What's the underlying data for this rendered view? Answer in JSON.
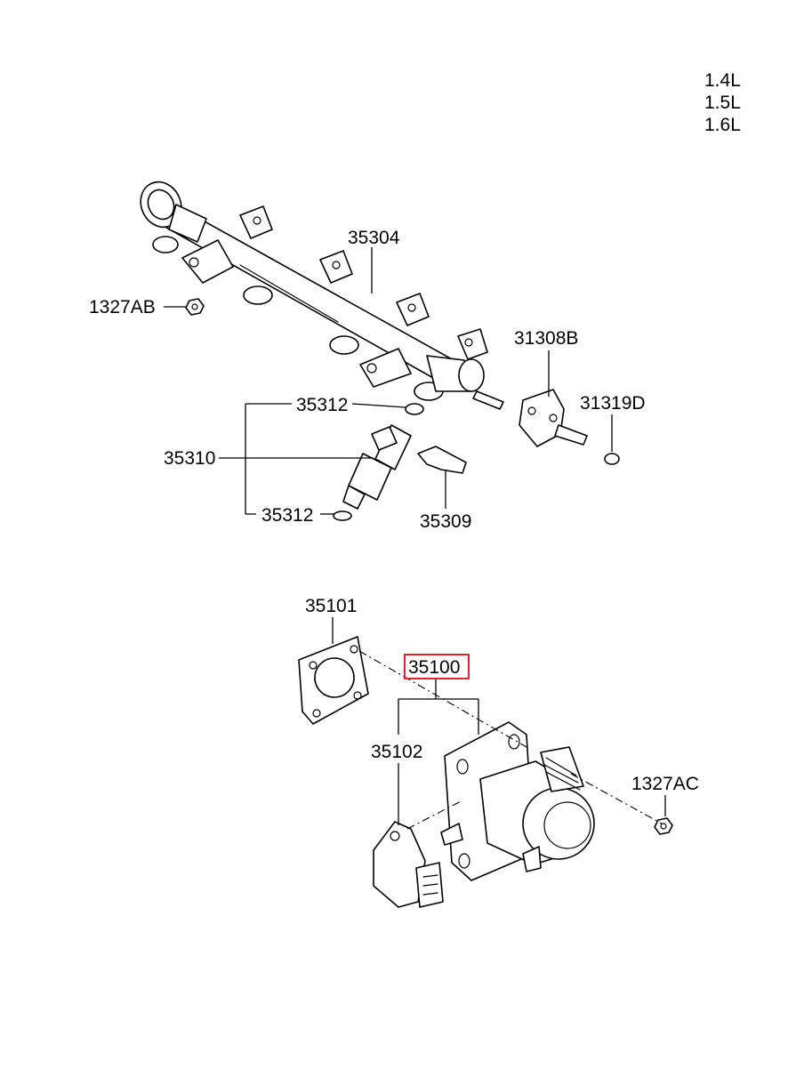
{
  "engine_variants": [
    "1.4L",
    "1.5L",
    "1.6L"
  ],
  "labels": {
    "fuel_rail": "35304",
    "nut_upper": "1327AB",
    "pressure_regulator": "31308B",
    "regulator_oring": "31319D",
    "injector_assembly": "35310",
    "injector_oring_upper": "35312",
    "injector_oring_lower": "35312",
    "injector_clip": "35309",
    "throttle_gasket": "35101",
    "throttle_body_assembly": "35100",
    "throttle_position_sensor": "35102",
    "nut_lower": "1327AC"
  },
  "colors": {
    "line": "#000000",
    "highlight": "#e0262b",
    "background": "#ffffff"
  },
  "highlighted_part": "35100"
}
